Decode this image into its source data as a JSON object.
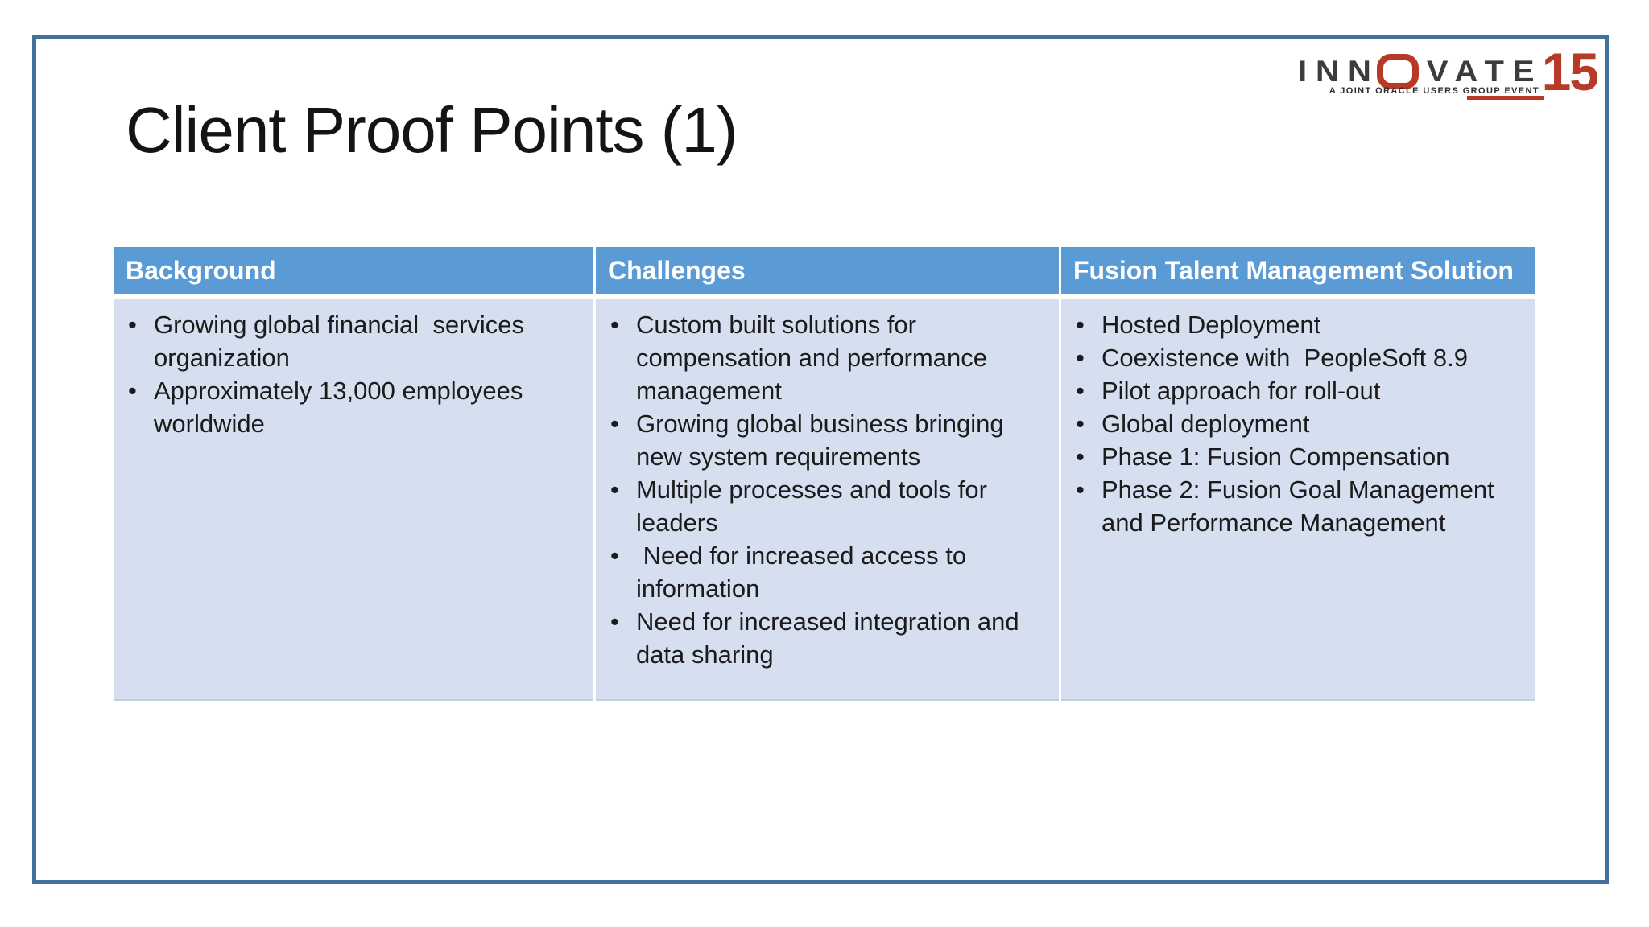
{
  "theme": {
    "frame_color": "#41719c",
    "header_bg": "#5b9bd5",
    "body_bg": "#d6dfef",
    "accent_red": "#b73a28"
  },
  "slide": {
    "title": "Client Proof Points (1)"
  },
  "logo": {
    "text_pre": "INN",
    "text_post": "VATE",
    "number": "15",
    "tagline": "A JOINT ORACLE USERS GROUP EVENT"
  },
  "table": {
    "bullet_char": "•",
    "columns": [
      {
        "header": "Background",
        "items": [
          "Growing global financial  services organization",
          "Approximately 13,000 employees worldwide"
        ]
      },
      {
        "header": "Challenges",
        "items": [
          "Custom built solutions for compensation and performance management",
          "Growing global business bringing new system requirements",
          "Multiple processes and tools for leaders",
          " Need for increased access to information",
          "Need for increased integration and data sharing"
        ]
      },
      {
        "header": "Fusion Talent Management Solution",
        "items": [
          "Hosted Deployment",
          "Coexistence with  PeopleSoft 8.9",
          "Pilot approach for roll-out",
          "Global deployment",
          "Phase 1: Fusion Compensation",
          "Phase 2: Fusion Goal Management and Performance Management"
        ]
      }
    ]
  }
}
